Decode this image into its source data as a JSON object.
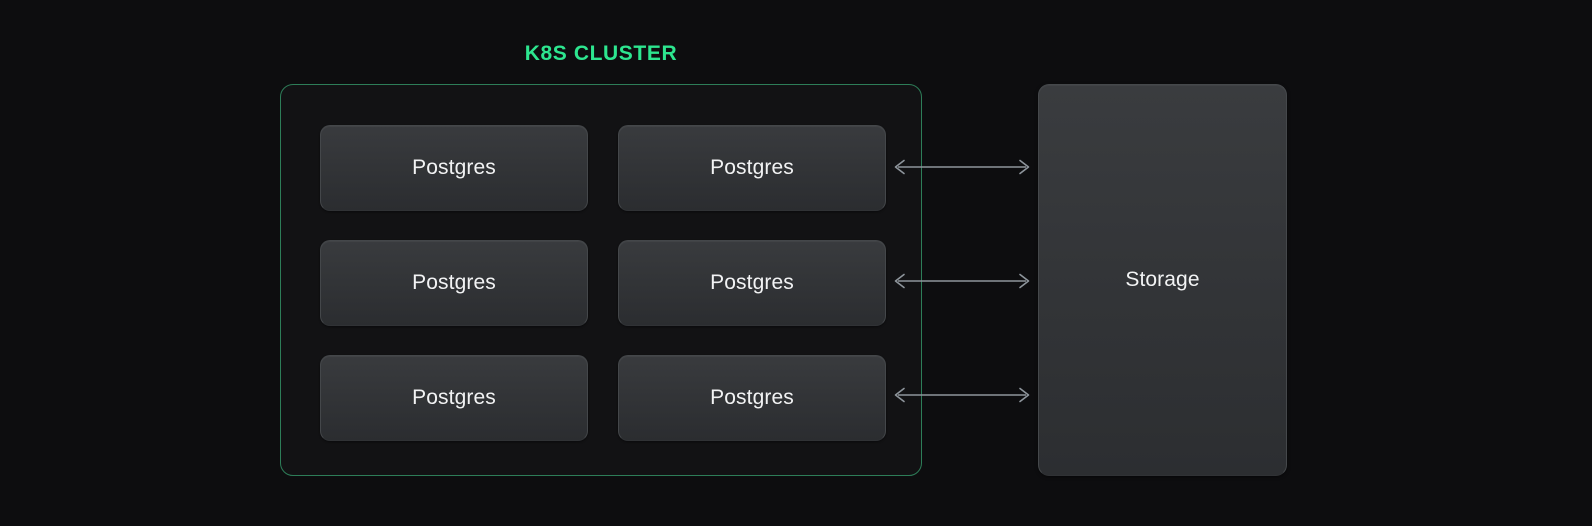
{
  "diagram": {
    "background_color": "#0d0d0f",
    "cluster": {
      "title": "K8S CLUSTER",
      "title_color": "#2de58f",
      "border_color": "#2d7d58",
      "nodes": [
        {
          "label": "Postgres",
          "row": 1,
          "column": 1
        },
        {
          "label": "Postgres",
          "row": 1,
          "column": 2
        },
        {
          "label": "Postgres",
          "row": 2,
          "column": 1
        },
        {
          "label": "Postgres",
          "row": 2,
          "column": 2
        },
        {
          "label": "Postgres",
          "row": 3,
          "column": 1
        },
        {
          "label": "Postgres",
          "row": 3,
          "column": 2
        }
      ]
    },
    "storage": {
      "label": "Storage",
      "color": "#f2f3f4"
    },
    "connectors": [
      {
        "name": "connector-row-1",
        "direction": "bidirectional",
        "color": "#8e959c"
      },
      {
        "name": "connector-row-2",
        "direction": "bidirectional",
        "color": "#8e959c"
      },
      {
        "name": "connector-row-3",
        "direction": "bidirectional",
        "color": "#8e959c"
      }
    ]
  }
}
